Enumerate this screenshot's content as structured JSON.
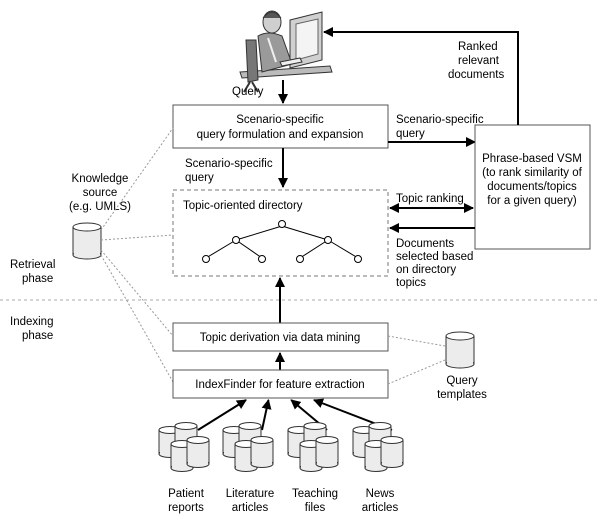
{
  "labels": {
    "query": "Query",
    "ranked_relevant_documents": [
      "Ranked",
      "relevant",
      "documents"
    ],
    "scenario_box": [
      "Scenario-specific",
      "query formulation and expansion"
    ],
    "scenario_specific_query_right": [
      "Scenario-specific",
      "query"
    ],
    "scenario_specific_query_down": [
      "Scenario-specific",
      "query"
    ],
    "vsm_box": [
      "Phrase-based VSM",
      "(to rank similarity of",
      "documents/topics",
      "for a given query)"
    ],
    "knowledge_source": [
      "Knowledge",
      "source",
      "(e.g. UMLS)"
    ],
    "topic_directory": "Topic-oriented directory",
    "topic_ranking": "Topic ranking",
    "documents_selected": [
      "Documents",
      "selected based",
      "on directory",
      "topics"
    ],
    "retrieval_phase": [
      "Retrieval",
      "phase"
    ],
    "indexing_phase": [
      "Indexing",
      "phase"
    ],
    "topic_derivation": "Topic derivation via data mining",
    "indexfinder": "IndexFinder for feature extraction",
    "query_templates": [
      "Query",
      "templates"
    ],
    "sources": [
      {
        "line1": "Patient",
        "line2": "reports"
      },
      {
        "line1": "Literature",
        "line2": "articles"
      },
      {
        "line1": "Teaching",
        "line2": "files"
      },
      {
        "line1": "News",
        "line2": "articles"
      }
    ]
  },
  "icons": [
    "user-at-computer-icon",
    "database-icon"
  ]
}
